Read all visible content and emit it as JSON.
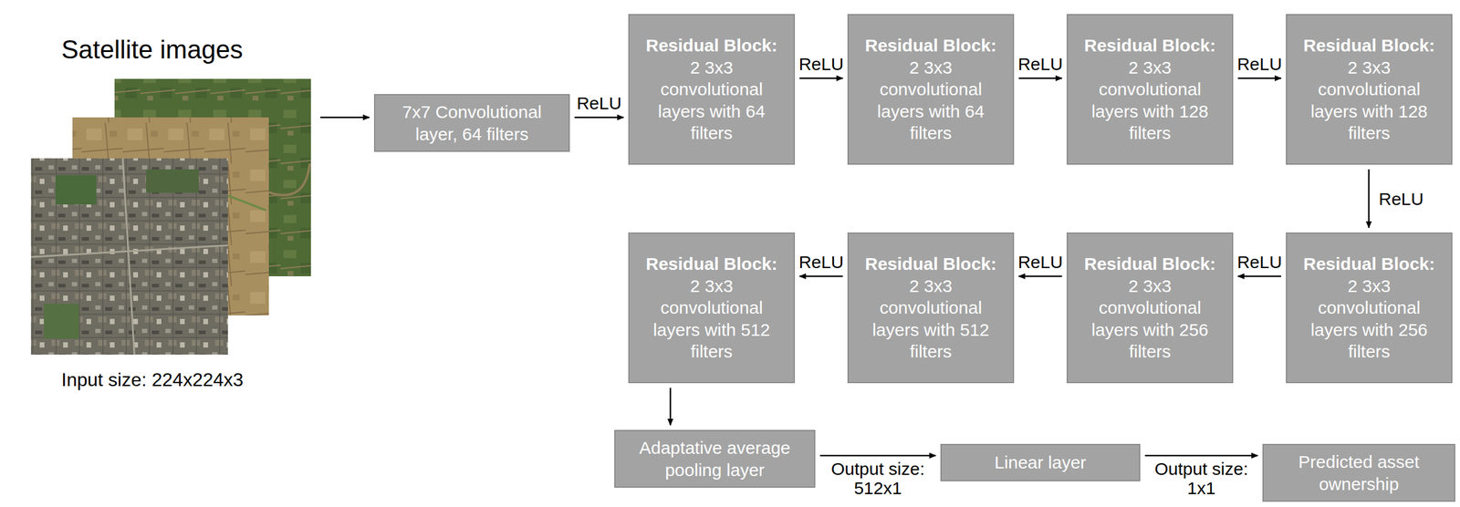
{
  "diagram": {
    "nodes": [
      {
        "text": [
          "Satellite images",
          "Input size: 224x224x3"
        ]
      },
      {
        "text": [
          "7x7 Convolutional layer, 64 filters"
        ]
      },
      {
        "text": [
          "Residual Block:",
          "2 3x3 convolutional layers with 64 filters"
        ]
      },
      {
        "text": [
          "Residual Block:",
          "2 3x3 convolutional layers with 64 filters"
        ]
      },
      {
        "text": [
          "Residual Block:",
          "2 3x3 convolutional layers with 128 filters"
        ]
      },
      {
        "text": [
          "Residual Block:",
          "2 3x3 convolutional layers with 128 filters"
        ]
      },
      {
        "text": [
          "Residual Block:",
          "2 3x3 convolutional layers with 256 filters"
        ]
      },
      {
        "text": [
          "Residual Block:",
          "2 3x3 convolutional layers with 256 filters"
        ]
      },
      {
        "text": [
          "Residual Block:",
          "2 3x3 convolutional layers with 512 filters"
        ]
      },
      {
        "text": [
          "Residual Block:",
          "2 3x3 convolutional layers with 512 filters"
        ]
      },
      {
        "text": [
          "Adaptative average pooling layer"
        ]
      },
      {
        "text": [
          "Linear layer"
        ]
      },
      {
        "text": [
          "Predicted asset ownership"
        ]
      }
    ],
    "edges": [
      {
        "from": 0,
        "to": 1,
        "arrow": "to"
      },
      {
        "from": 1,
        "to": 2,
        "label": "ReLU",
        "arrow": "to"
      },
      {
        "from": 2,
        "to": 3,
        "label": "ReLU",
        "arrow": "to"
      },
      {
        "from": 3,
        "to": 4,
        "label": "ReLU",
        "arrow": "to"
      },
      {
        "from": 4,
        "to": 5,
        "label": "ReLU",
        "arrow": "to"
      },
      {
        "from": 5,
        "to": 6,
        "label": "ReLU",
        "arrow": "to"
      },
      {
        "from": 6,
        "to": 7,
        "label": "ReLU",
        "arrow": "to"
      },
      {
        "from": 7,
        "to": 8,
        "label": "ReLU",
        "arrow": "to"
      },
      {
        "from": 8,
        "to": 9,
        "label": "ReLU",
        "arrow": "to"
      },
      {
        "from": 9,
        "to": 10,
        "arrow": "to"
      },
      {
        "from": 10,
        "to": 11,
        "label": "Output size: 512x1",
        "arrow": "to"
      },
      {
        "from": 11,
        "to": 12,
        "label": "Output size: 1x1",
        "arrow": "to"
      }
    ]
  }
}
